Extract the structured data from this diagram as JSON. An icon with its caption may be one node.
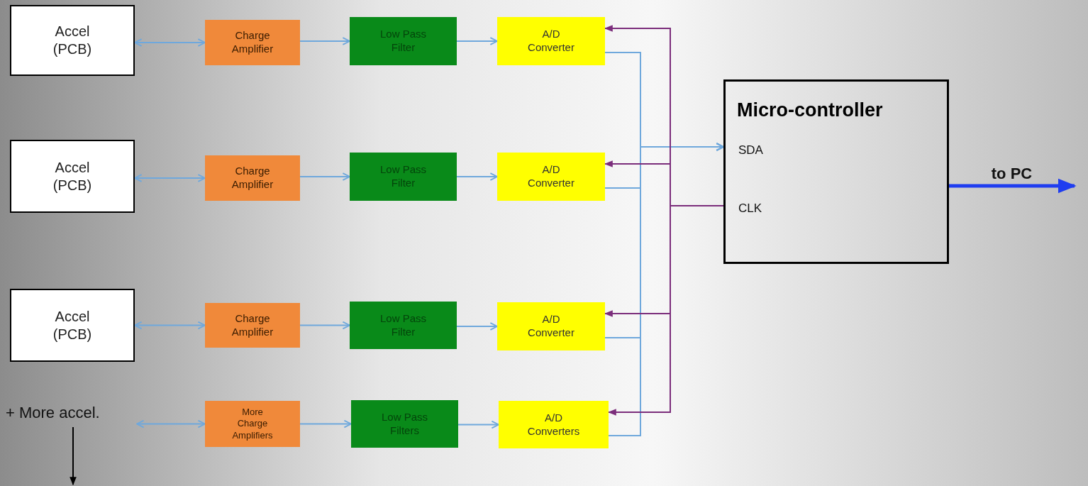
{
  "diagram": {
    "nodes": [
      {
        "text": [
          "Accel (PCB)"
        ]
      },
      {
        "text": [
          "Charge Amplifier"
        ]
      },
      {
        "text": [
          "Low Pass Filter"
        ]
      },
      {
        "text": [
          "A/D Converter"
        ]
      },
      {
        "text": [
          "Accel (PCB)"
        ]
      },
      {
        "text": [
          "Charge Amplifier"
        ]
      },
      {
        "text": [
          "Low Pass Filter"
        ]
      },
      {
        "text": [
          "A/D Converter"
        ]
      },
      {
        "text": [
          "Accel (PCB)"
        ]
      },
      {
        "text": [
          "Charge Amplifier"
        ]
      },
      {
        "text": [
          "Low Pass Filter"
        ]
      },
      {
        "text": [
          "A/D Converter"
        ]
      },
      {
        "text": [
          "+ More accel."
        ]
      },
      {
        "text": [
          "More Charge Amplifiers"
        ]
      },
      {
        "text": [
          "Low Pass Filters"
        ]
      },
      {
        "text": [
          "A/D Converters"
        ]
      },
      {
        "text": [
          "Micro-controller",
          "SDA",
          "CLK"
        ]
      }
    ],
    "edges": [
      {
        "from": 0,
        "to": 1,
        "arrow": "both"
      },
      {
        "from": 1,
        "to": 2,
        "arrow": "to"
      },
      {
        "from": 2,
        "to": 3,
        "arrow": "to"
      },
      {
        "from": 4,
        "to": 5,
        "arrow": "both"
      },
      {
        "from": 5,
        "to": 6,
        "arrow": "to"
      },
      {
        "from": 6,
        "to": 7,
        "arrow": "to"
      },
      {
        "from": 8,
        "to": 9,
        "arrow": "both"
      },
      {
        "from": 9,
        "to": 10,
        "arrow": "to"
      },
      {
        "from": 10,
        "to": 11,
        "arrow": "to"
      },
      {
        "from": 12,
        "to": 13,
        "arrow": "both"
      },
      {
        "from": 13,
        "to": 14,
        "arrow": "to"
      },
      {
        "from": 14,
        "to": 15,
        "arrow": "to"
      },
      {
        "from": 3,
        "to": 16,
        "arrow": "to"
      },
      {
        "from": 7,
        "to": 16,
        "arrow": "to"
      },
      {
        "from": 11,
        "to": 16,
        "arrow": "to"
      },
      {
        "from": 15,
        "to": 16,
        "arrow": "to"
      },
      {
        "from": 16,
        "to": 3,
        "arrow": "to",
        "color": "#7b2d7b"
      },
      {
        "from": 16,
        "to": 7,
        "arrow": "to",
        "color": "#7b2d7b"
      },
      {
        "from": 16,
        "to": 11,
        "arrow": "to",
        "color": "#7b2d7b"
      },
      {
        "from": 16,
        "to": 15,
        "arrow": "to",
        "color": "#7b2d7b"
      },
      {
        "from": 16,
        "to": null,
        "arrow": "to",
        "label": "to PC",
        "style": "thick",
        "color": "#1f3df0"
      },
      {
        "from": 12,
        "to": null,
        "arrow": "to",
        "color": "#000000"
      }
    ]
  }
}
